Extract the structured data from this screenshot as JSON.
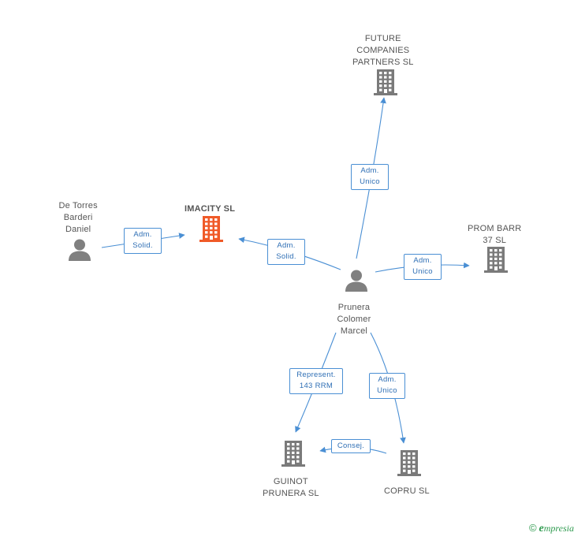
{
  "colors": {
    "edge": "#4a8fd4",
    "company": "#7a7a7a",
    "focus": "#f05a28",
    "person": "#808080"
  },
  "nodes": [
    {
      "id": "imacity",
      "type": "company",
      "focus": true,
      "label_lines": [
        "IMACITY SL"
      ]
    },
    {
      "id": "de_torres",
      "type": "person",
      "label_lines": [
        "De Torres",
        "Barderi",
        "Daniel"
      ]
    },
    {
      "id": "prunera",
      "type": "person",
      "label_lines": [
        "Prunera",
        "Colomer",
        "Marcel"
      ]
    },
    {
      "id": "future",
      "type": "company",
      "label_lines": [
        "FUTURE",
        "COMPANIES",
        "PARTNERS SL"
      ]
    },
    {
      "id": "prom_barr",
      "type": "company",
      "label_lines": [
        "PROM BARR",
        "37 SL"
      ]
    },
    {
      "id": "guinot",
      "type": "company",
      "label_lines": [
        "GUINOT",
        "PRUNERA  SL"
      ]
    },
    {
      "id": "copru",
      "type": "company",
      "label_lines": [
        "COPRU SL"
      ]
    }
  ],
  "edges": [
    {
      "id": "e1",
      "from": "de_torres",
      "to": "imacity",
      "label_lines": [
        "Adm.",
        "Solid."
      ]
    },
    {
      "id": "e2",
      "from": "prunera",
      "to": "imacity",
      "label_lines": [
        "Adm.",
        "Solid."
      ]
    },
    {
      "id": "e3",
      "from": "prunera",
      "to": "future",
      "label_lines": [
        "Adm.",
        "Unico"
      ]
    },
    {
      "id": "e4",
      "from": "prunera",
      "to": "prom_barr",
      "label_lines": [
        "Adm.",
        "Unico"
      ]
    },
    {
      "id": "e5",
      "from": "prunera",
      "to": "guinot",
      "label_lines": [
        "Represent.",
        "143 RRM"
      ]
    },
    {
      "id": "e6",
      "from": "prunera",
      "to": "copru",
      "label_lines": [
        "Adm.",
        "Unico"
      ]
    },
    {
      "id": "e7",
      "from": "copru",
      "to": "guinot",
      "label_lines": [
        "Consej."
      ]
    }
  ],
  "footer": {
    "copyright": "©",
    "brand_initial": "e",
    "brand_rest": "mpresia"
  }
}
